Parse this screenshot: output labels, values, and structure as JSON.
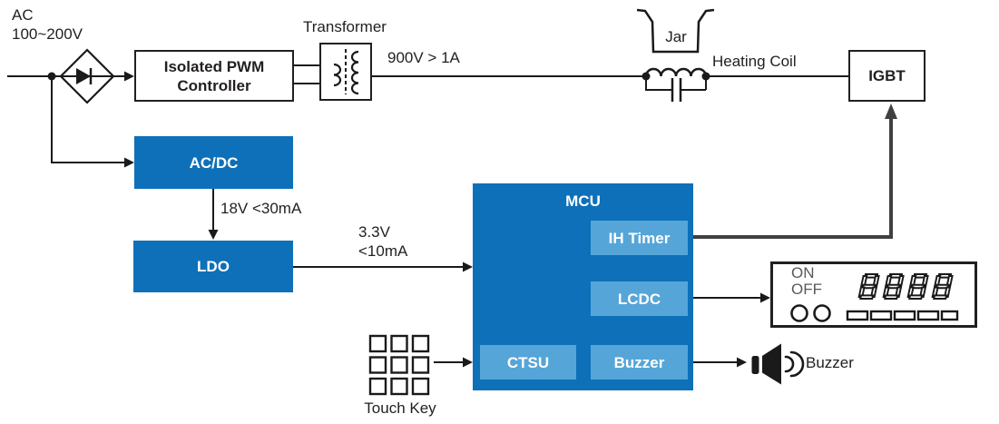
{
  "colors": {
    "box_blue": "#0e70b8",
    "box_light_blue": "#56a5d8",
    "line_black": "#1a1a1a",
    "line_dark_gray": "#404040",
    "text_gray": "#58595b"
  },
  "power": {
    "ac_line1": "AC",
    "ac_line2": "100~200V",
    "pwm_line1": "Isolated PWM",
    "pwm_line2": "Controller",
    "transformer": "Transformer",
    "rating": "900V > 1A",
    "acdc": "AC/DC",
    "acdc_out": "18V <30mA",
    "ldo": "LDO",
    "ldo_out_line1": "3.3V",
    "ldo_out_line2": "<10mA"
  },
  "heater": {
    "jar": "Jar",
    "coil": "Heating Coil",
    "igbt": "IGBT"
  },
  "mcu": {
    "title": "MCU",
    "ih_timer": "IH Timer",
    "lcdc": "LCDC",
    "ctsu": "CTSU",
    "buzzer": "Buzzer"
  },
  "input": {
    "touch_key": "Touch Key"
  },
  "output": {
    "buzzer": "Buzzer",
    "display": {
      "on": "ON",
      "off": "OFF",
      "digits": "8888",
      "bars": 5
    }
  }
}
